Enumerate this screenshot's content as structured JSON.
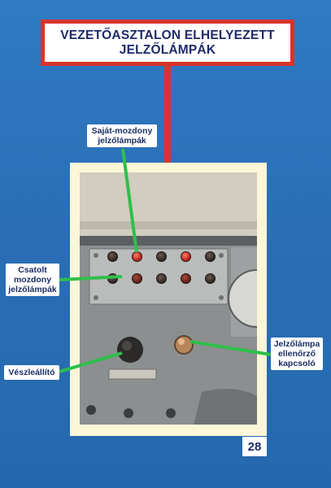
{
  "title": {
    "line1": "VEZETŐASZTALON ELHELYEZETT",
    "line2": "JELZŐLÁMPÁK"
  },
  "labels": {
    "sajat": [
      "Saját-mozdony",
      "jelzőlámpák"
    ],
    "csatolt": [
      "Csatolt",
      "mozdony",
      "jelzőlámpák"
    ],
    "vesz": "Vészleállító",
    "ellenorzo": [
      "Jelzőlámpa",
      "ellenőrző",
      "kapcsoló"
    ]
  },
  "page_number": "28",
  "colors": {
    "background": "#2a6fb6",
    "title_border": "#d9332a",
    "title_text": "#1f2a6b",
    "connector": "#2fbf4a",
    "frame": "#fbf6d7"
  }
}
